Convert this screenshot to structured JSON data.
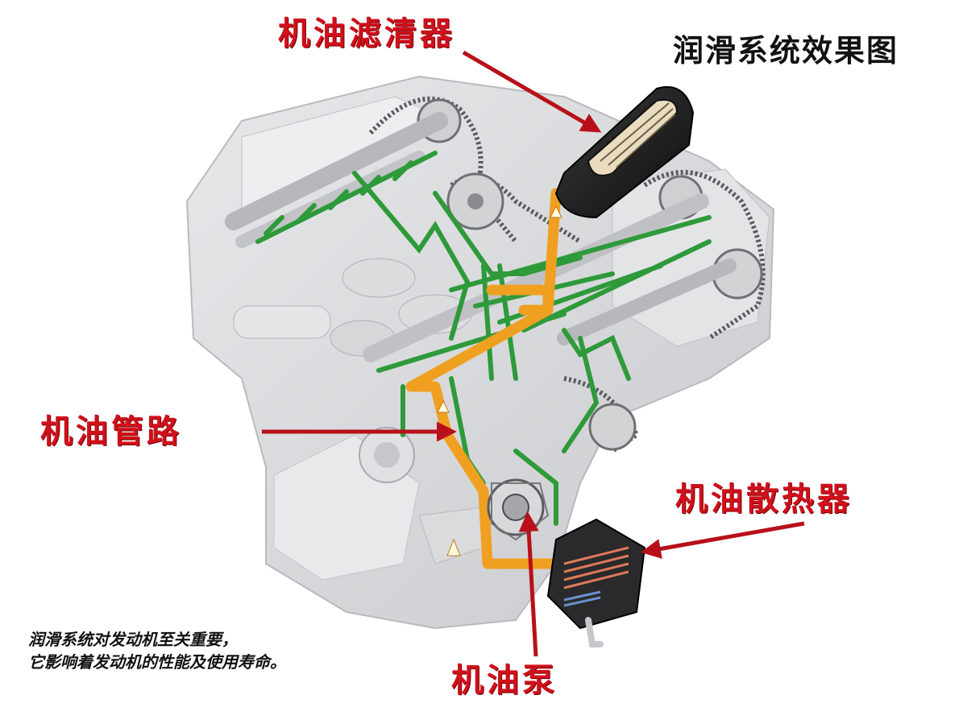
{
  "diagram": {
    "title": "润滑系统效果图",
    "labels": {
      "oil_filter": "机油滤清器",
      "oil_lines": "机油管路",
      "oil_cooler": "机油散热器",
      "oil_pump": "机油泵"
    },
    "caption": {
      "line1": "润滑系统对发动机至关重要，",
      "line2": "它影响着发动机的性能及使用寿命。"
    },
    "colors": {
      "label_red": "#d0101a",
      "arrow_red": "#b8101a",
      "oil_line_green": "#2e9a3a",
      "oil_line_orange": "#f0a020",
      "engine_gray": "#d9dadc",
      "filter_black": "#1c1c1c"
    }
  }
}
